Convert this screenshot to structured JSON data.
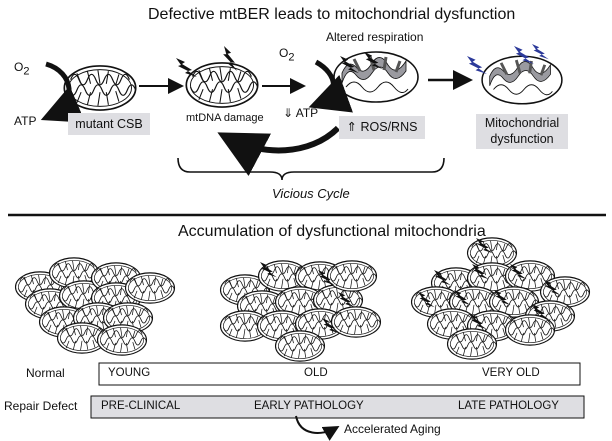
{
  "top": {
    "title": "Defective mtBER leads to mitochondrial dysfunction",
    "o2_symbol": "O",
    "o2_subscript": "2",
    "atp_label": "ATP",
    "mutant_csb_label": "mutant CSB",
    "mtdna_damage_label": "mtDNA damage",
    "atp_down_label": "⇓ ATP",
    "altered_respiration_label": "Altered respiration",
    "ros_rns_label": "⇑ ROS/RNS",
    "mito_dysfunction_label": [
      "Mitochondrial",
      "dysfunction"
    ],
    "vicious_cycle_label": "Vicious Cycle"
  },
  "bottom": {
    "title": "Accumulation of dysfunctional mitochondria",
    "normal_label": "Normal",
    "repair_defect_label": "Repair Defect",
    "normal_stages": [
      "YOUNG",
      "OLD",
      "VERY OLD"
    ],
    "defect_stages": [
      "PRE-CLINICAL",
      "EARLY PATHOLOGY",
      "LATE PATHOLOGY"
    ],
    "accelerated_aging_label": "Accelerated Aging"
  },
  "colors": {
    "stage_box_fill": "#dedee2",
    "lightning_blue": "#2c3a9a",
    "lightning_black": "#111111"
  }
}
